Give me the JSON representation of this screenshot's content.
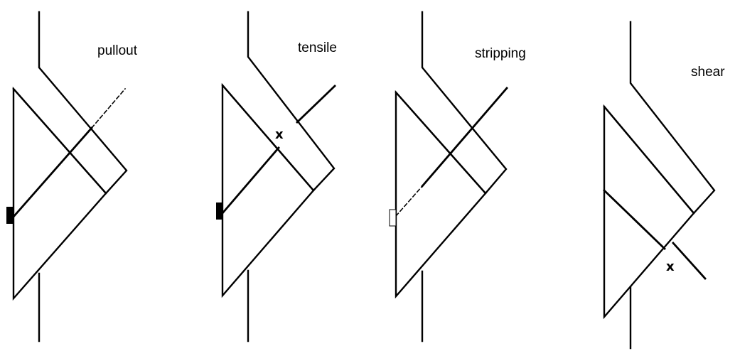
{
  "panels": [
    {
      "id": "pullout",
      "label": "pullout"
    },
    {
      "id": "tensile",
      "label": "tensile",
      "failure_mark": "x"
    },
    {
      "id": "stripping",
      "label": "stripping"
    },
    {
      "id": "shear",
      "label": "shear",
      "failure_mark": "x"
    }
  ],
  "colors": {
    "line": "#000000",
    "background": "#ffffff"
  }
}
